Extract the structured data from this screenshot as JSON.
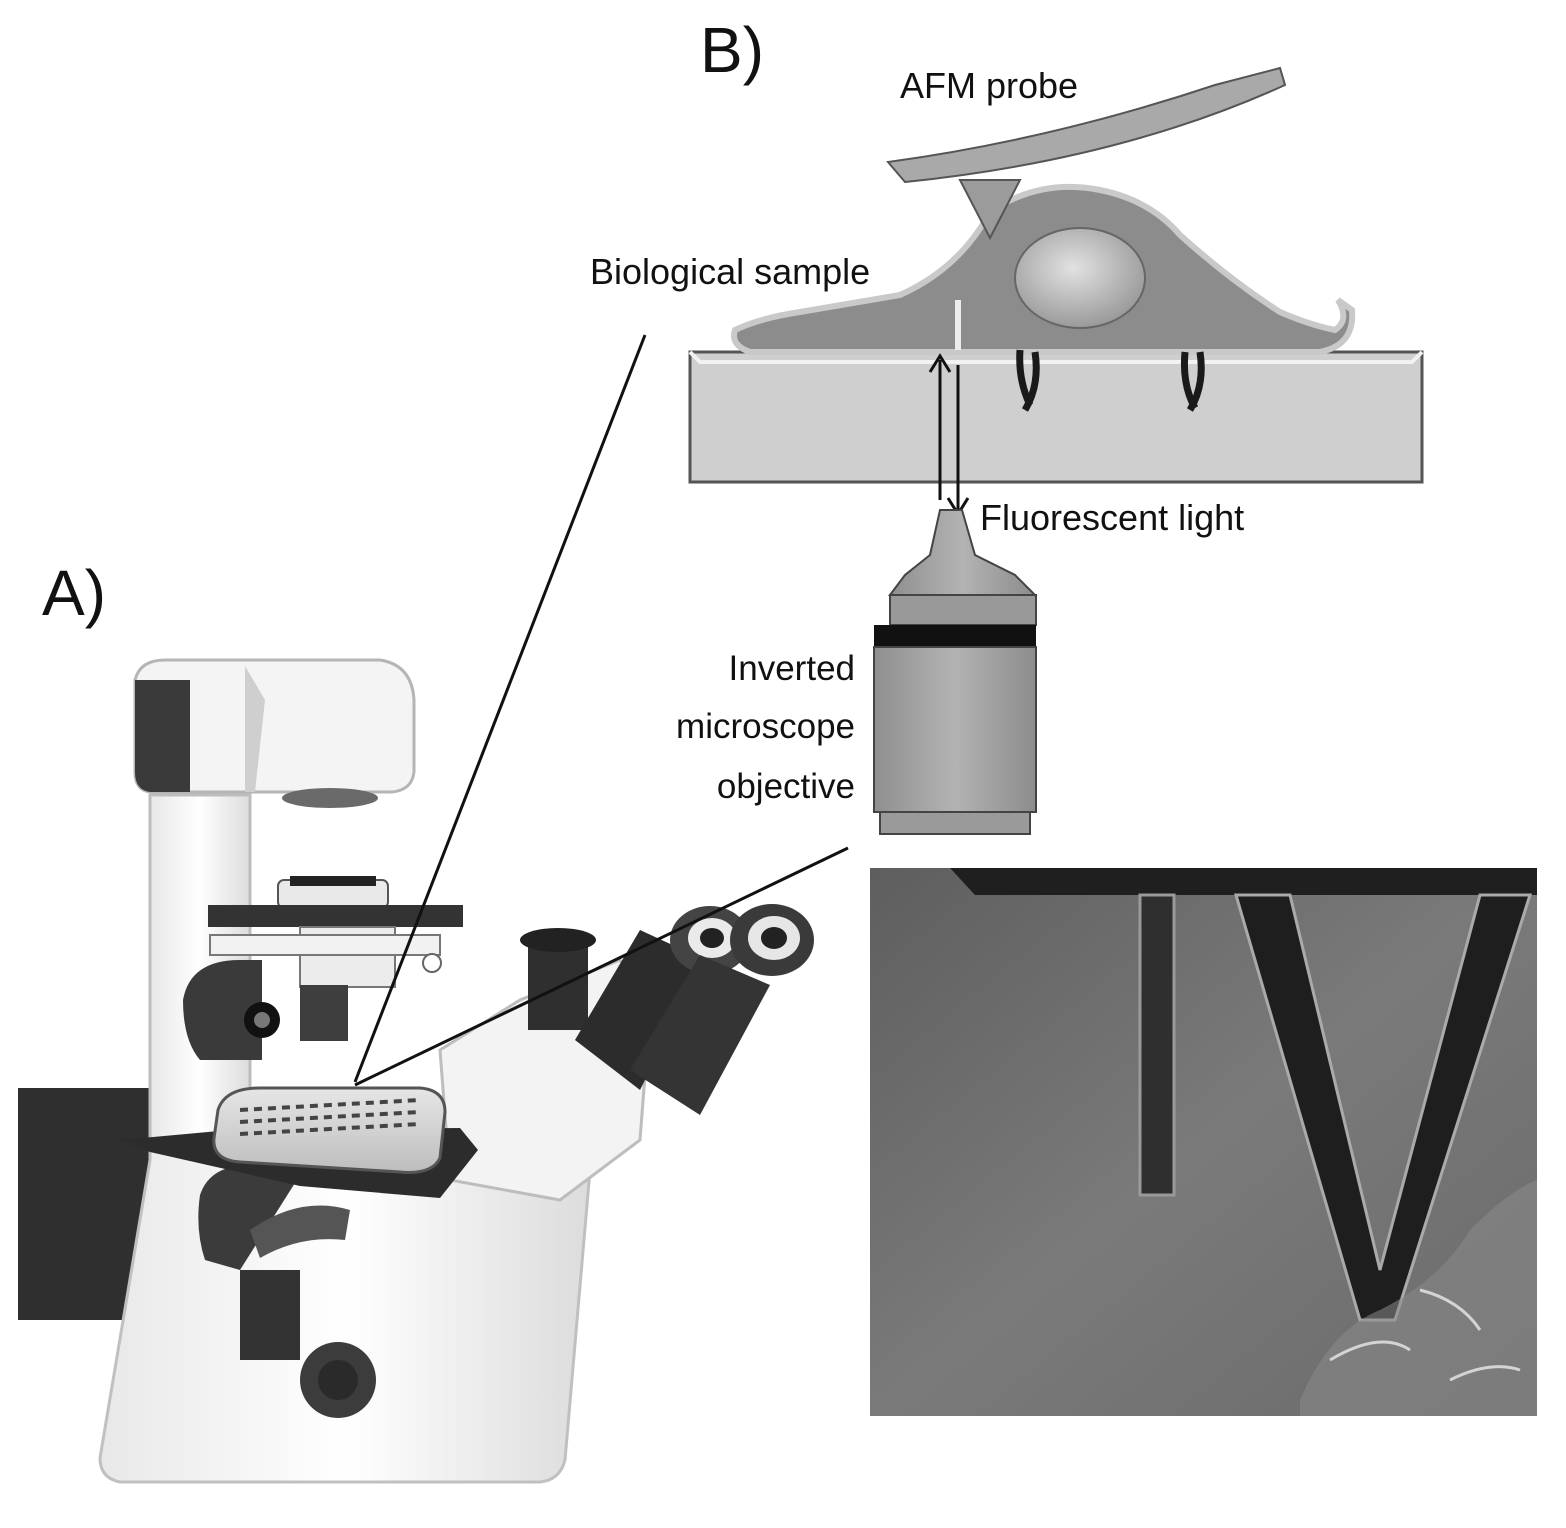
{
  "panel_labels": {
    "a": "A)",
    "b": "B)"
  },
  "labels": {
    "afm_probe": "AFM probe",
    "biological_sample": "Biological sample",
    "fluorescent_light": "Fluorescent light",
    "objective_line1": "Inverted",
    "objective_line2": "microscope",
    "objective_line3": "objective"
  },
  "colors": {
    "probe_gray": "#a9a9a9",
    "cell_gray": "#8a8a8a",
    "coverslip_gray": "#cfcfcf",
    "microscope_white": "#f1f1f1",
    "microscope_dark": "#3a3a3a",
    "photo_bg": "#6e6e6e"
  },
  "icons": {
    "microscope": "inverted-microscope-illustration",
    "photo": "afm-cantilever-micrograph"
  }
}
